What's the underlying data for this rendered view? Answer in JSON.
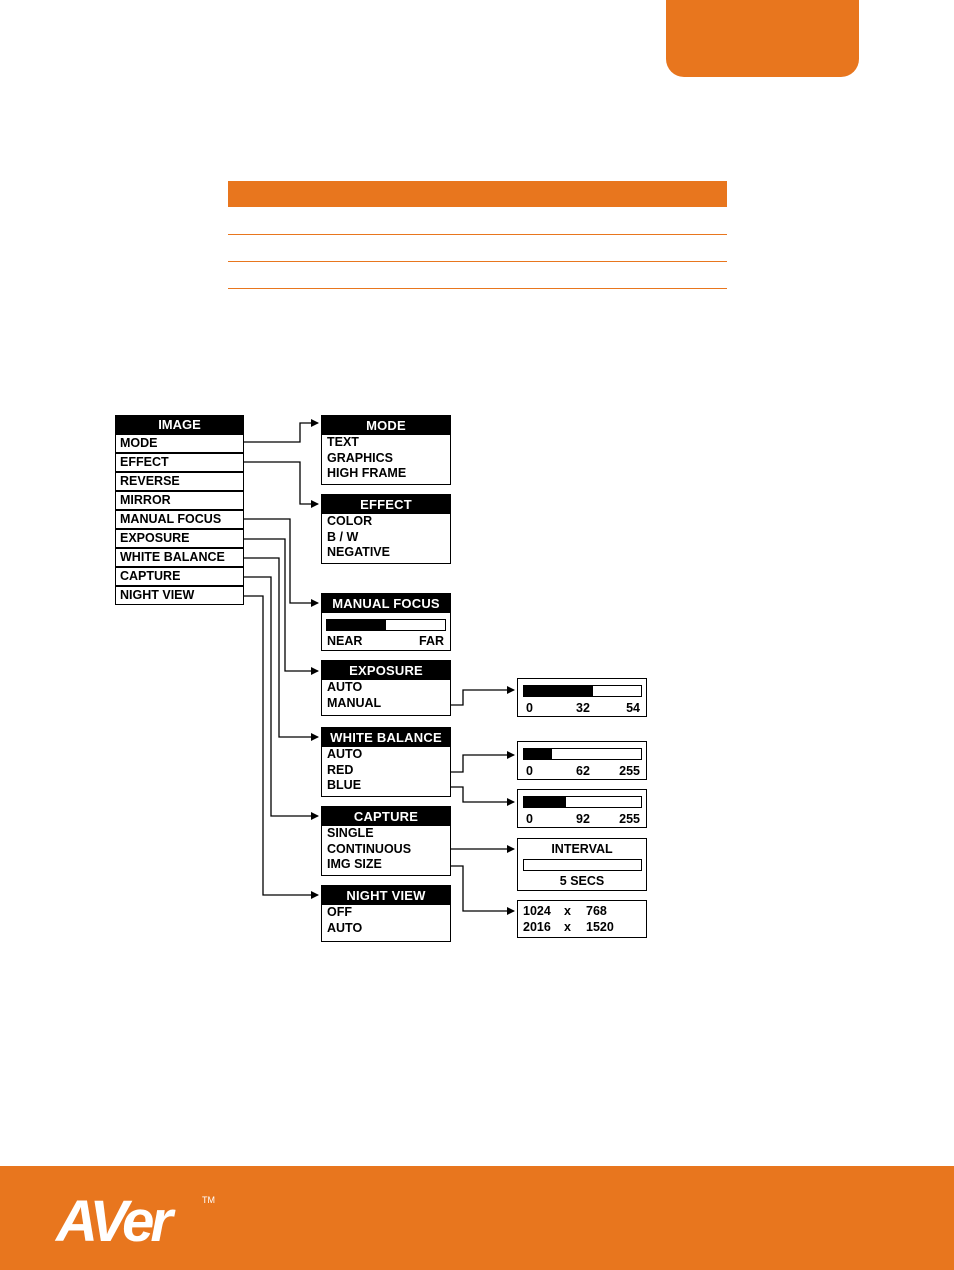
{
  "brand": {
    "accent": "#e8761e",
    "logo_text": "AVer",
    "tm": "TM"
  },
  "image_menu": {
    "title": "IMAGE",
    "items": [
      "MODE",
      "EFFECT",
      "REVERSE",
      "MIRROR",
      "MANUAL FOCUS",
      "EXPOSURE",
      "WHITE BALANCE",
      "CAPTURE",
      "NIGHT VIEW"
    ]
  },
  "submenus": {
    "mode": {
      "title": "MODE",
      "options": [
        "TEXT",
        "GRAPHICS",
        "HIGH FRAME"
      ]
    },
    "effect": {
      "title": "EFFECT",
      "options": [
        "COLOR",
        "B / W",
        "NEGATIVE"
      ]
    },
    "manual_focus": {
      "title": "MANUAL FOCUS",
      "level": 0.5,
      "near": "NEAR",
      "far": "FAR"
    },
    "exposure": {
      "title": "EXPOSURE",
      "options": [
        "AUTO",
        "MANUAL"
      ]
    },
    "white_balance": {
      "title": "WHITE BALANCE",
      "options": [
        "AUTO",
        "RED",
        "BLUE"
      ]
    },
    "capture": {
      "title": "CAPTURE",
      "options": [
        "SINGLE",
        "CONTINUOUS",
        "IMG SIZE"
      ]
    },
    "night_view": {
      "title": "NIGHT VIEW",
      "options": [
        "OFF",
        "AUTO"
      ]
    }
  },
  "sliders": {
    "exposure_manual": {
      "min": "0",
      "value": "32",
      "max": "54",
      "fraction": 0.59
    },
    "wb_red": {
      "min": "0",
      "value": "62",
      "max": "255",
      "fraction": 0.24
    },
    "wb_blue": {
      "min": "0",
      "value": "92",
      "max": "255",
      "fraction": 0.36
    }
  },
  "interval": {
    "title": "INTERVAL",
    "value": "5 SECS"
  },
  "img_size": {
    "rows": [
      {
        "w": "1024",
        "x": "x",
        "h": "768"
      },
      {
        "w": "2016",
        "x": "x",
        "h": "1520"
      }
    ]
  }
}
